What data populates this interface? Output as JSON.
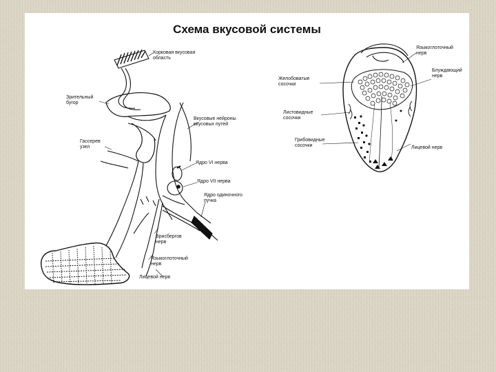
{
  "title": "Схема вкусовой системы",
  "left_diagram": {
    "labels": {
      "cortex": [
        "Корковая вкусовая",
        "область"
      ],
      "thalamus": [
        "Зрительный",
        "бугор"
      ],
      "ganglion": [
        "Гассерев",
        "узел"
      ],
      "neurons": [
        "Вкусовые нейроны",
        "вкусовых путей"
      ],
      "nucleus6": "Ядро VI нерва",
      "nucleus7": "Ядро VII нерва",
      "solitary": [
        "Ядро одиночного",
        "пучка"
      ],
      "wrisberg": [
        "Врисбергов",
        "нерв"
      ],
      "glossopharyngeal": [
        "Языкоглоточный",
        "нерв"
      ],
      "facial": "Лицевой нерв"
    }
  },
  "right_diagram": {
    "labels": {
      "glossopharyngeal": [
        "Языкоглоточный",
        "нерв"
      ],
      "vagus": [
        "Блуждающий",
        "нерв"
      ],
      "circumvallate": [
        "Желобоватые",
        "сосочки"
      ],
      "foliate": [
        "Листовидные",
        "сосочки"
      ],
      "fungiform": [
        "Грибовидные",
        "сосочки"
      ],
      "facial": "Лицевой нерв"
    }
  }
}
